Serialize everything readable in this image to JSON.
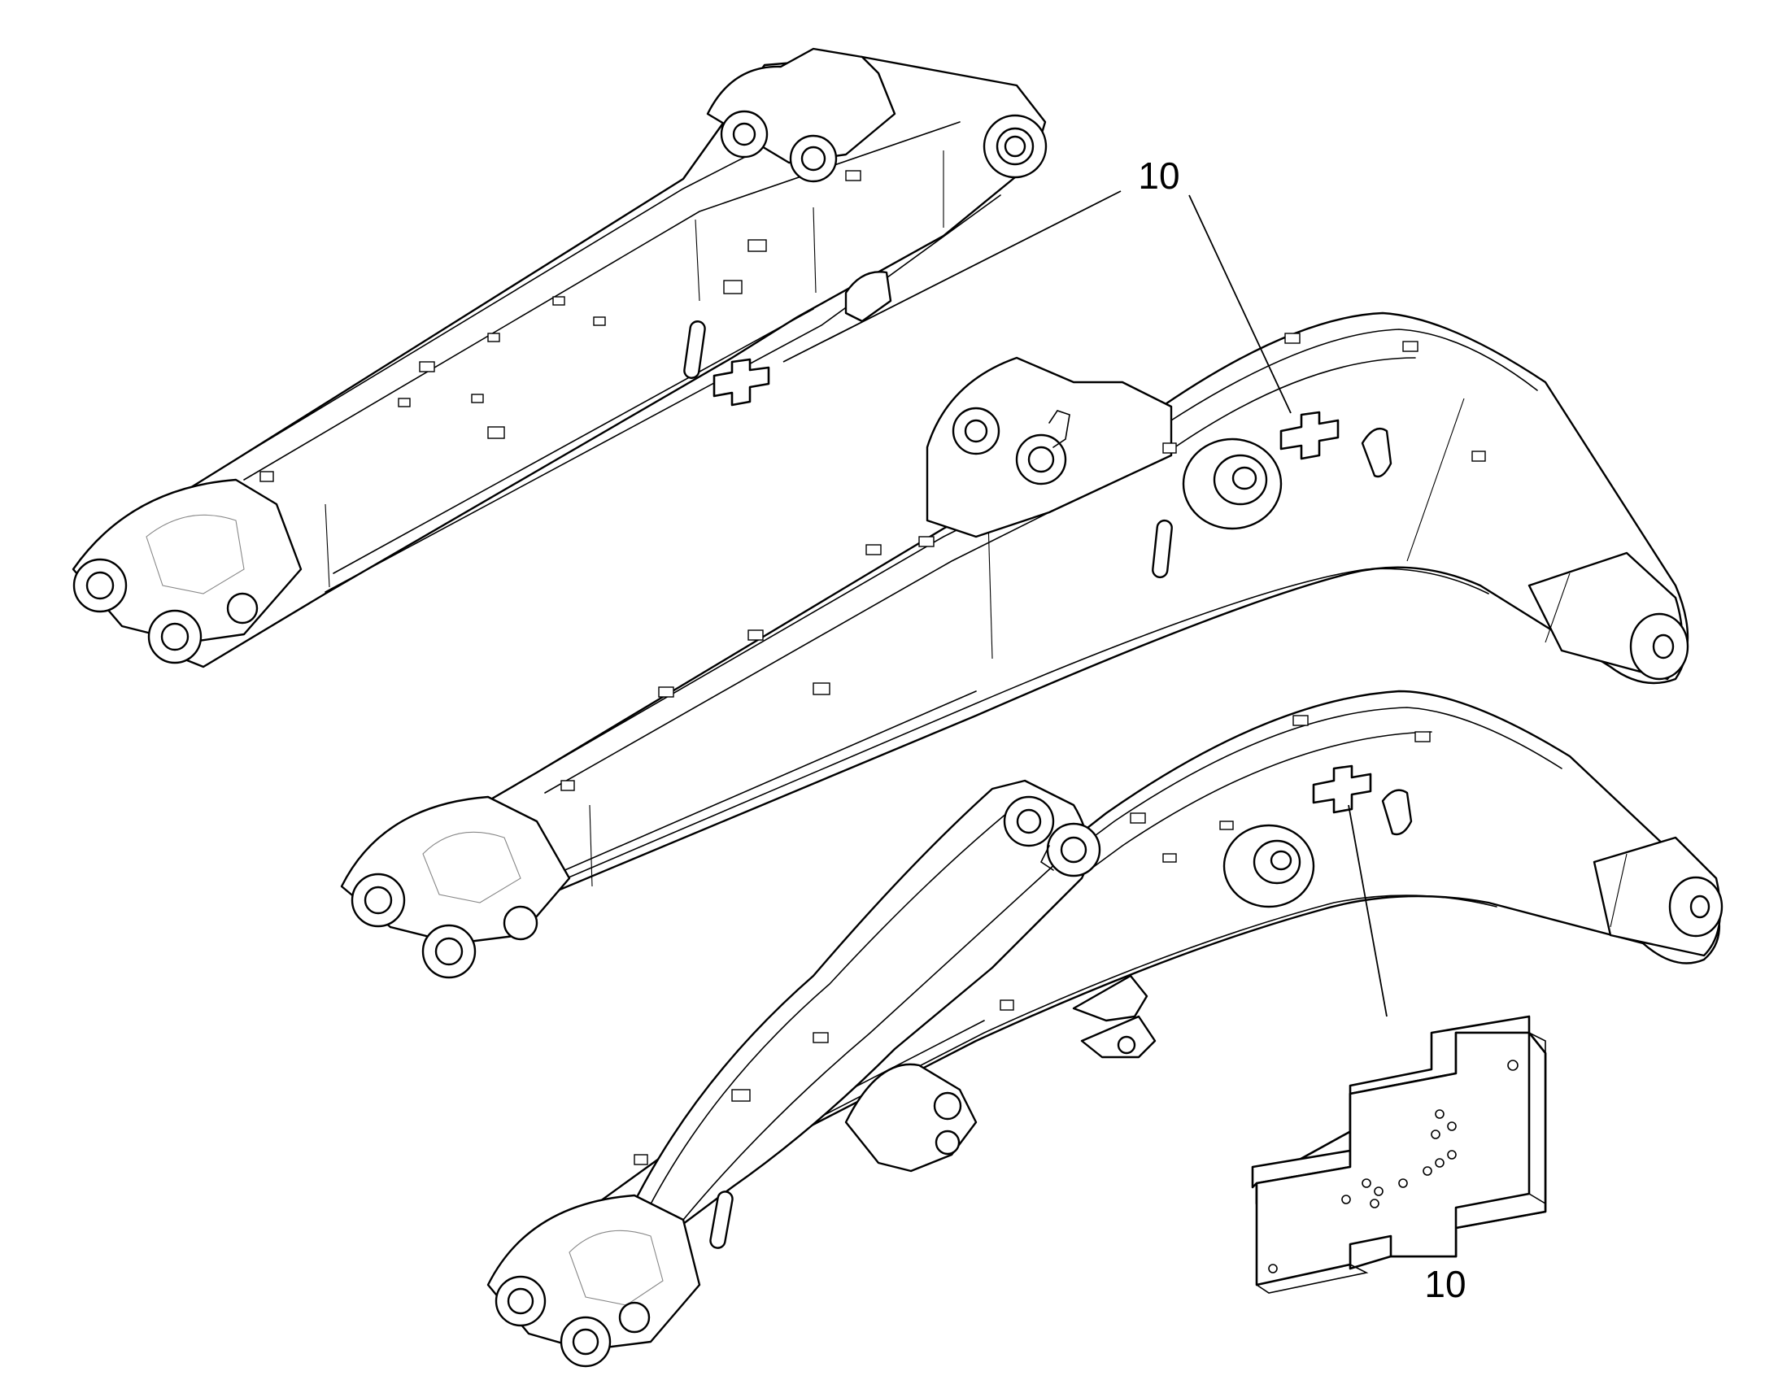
{
  "diagram": {
    "callouts": [
      {
        "id": "top",
        "label": "10"
      },
      {
        "id": "bottom",
        "label": "10"
      }
    ],
    "parts": [
      {
        "name": "upper-boom-straight"
      },
      {
        "name": "middle-boom-curved"
      },
      {
        "name": "lower-boom-with-arm"
      },
      {
        "name": "wear-plate-detail"
      }
    ],
    "line_color": "#000000",
    "background": "#ffffff"
  }
}
